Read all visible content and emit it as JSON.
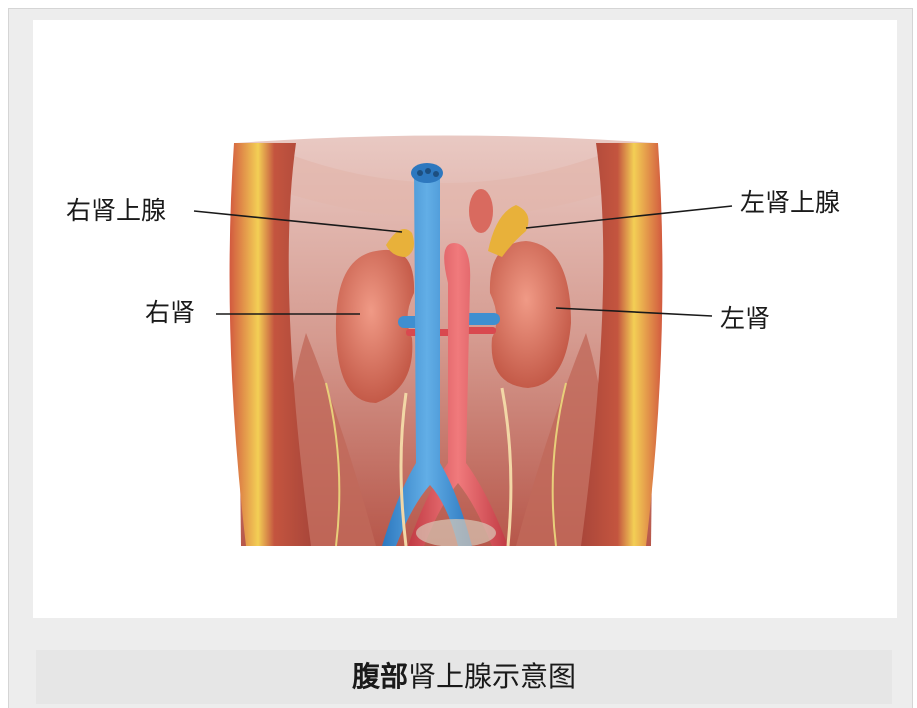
{
  "figure": {
    "labels": {
      "right_adrenal": "右肾上腺",
      "left_adrenal": "左肾上腺",
      "right_kidney": "右肾",
      "left_kidney": "左肾"
    }
  },
  "caption": {
    "bold": "腹部",
    "rest": "肾上腺示意图"
  },
  "colors": {
    "vein": "#3f8fd0",
    "artery": "#d9494f",
    "kidney": "#d8705e",
    "adrenal": "#e8b13a",
    "muscle": "#c8614c",
    "fat": "#f0c640"
  }
}
